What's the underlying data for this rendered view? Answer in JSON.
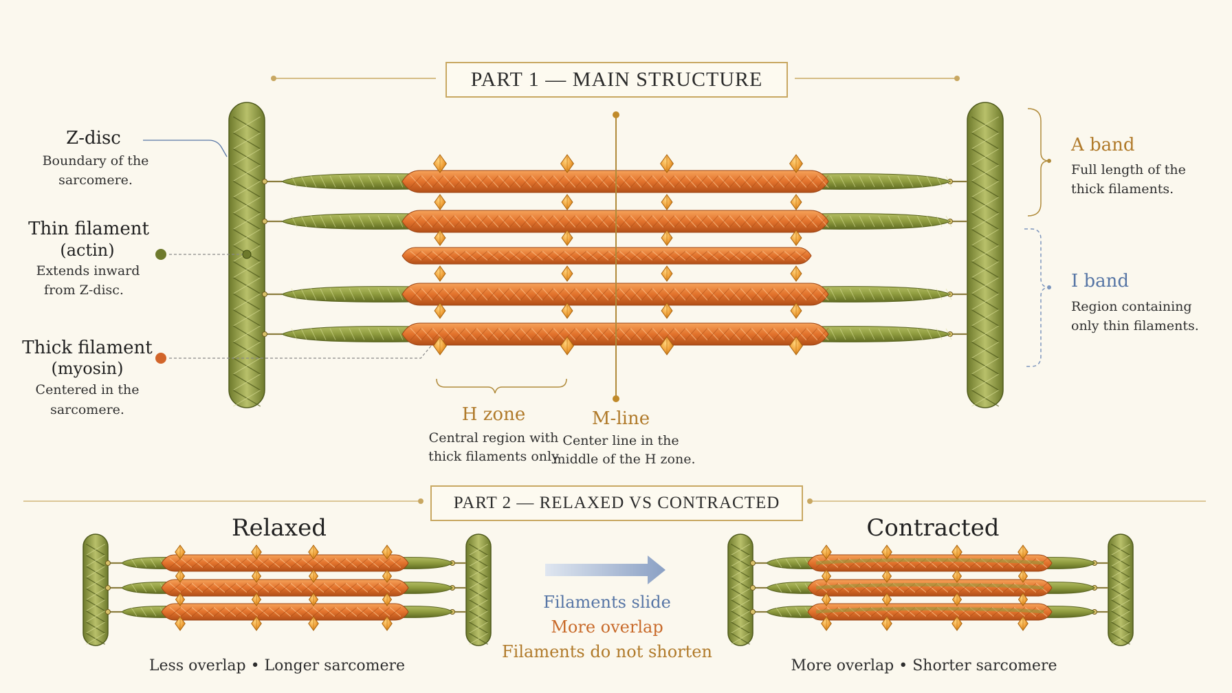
{
  "part1": {
    "title": "PART 1 — MAIN STRUCTURE",
    "labels": {
      "z_disc": {
        "title": "Z-disc",
        "desc": [
          "Boundary of the",
          "sarcomere."
        ]
      },
      "thin": {
        "title": [
          "Thin filament",
          "(actin)"
        ],
        "desc": [
          "Extends inward",
          "from Z-disc."
        ]
      },
      "thick": {
        "title": [
          "Thick filament",
          "(myosin)"
        ],
        "desc": [
          "Centered in the",
          "sarcomere."
        ]
      },
      "a_band": {
        "title": "A band",
        "desc": [
          "Full length of the",
          "thick filaments."
        ]
      },
      "i_band": {
        "title": "I band",
        "desc": [
          "Region containing",
          "only thin filaments."
        ]
      },
      "h_zone": {
        "title": "H zone",
        "desc": [
          "Central region with",
          "thick filaments only"
        ]
      },
      "m_line": {
        "title": "M-line",
        "desc": [
          "Center line in the",
          "middle of the H zone."
        ]
      }
    }
  },
  "part2": {
    "title": "PART 2 — RELAXED VS CONTRACTED",
    "relaxed": {
      "title": "Relaxed",
      "caption": "Less overlap • Longer sarcomere"
    },
    "contracted": {
      "title": "Contracted",
      "caption": "More overlap • Shorter sarcomere"
    },
    "middle": {
      "line1": "Filaments slide",
      "line2": "More overlap",
      "line3": "Filaments do not shorten"
    }
  },
  "colors": {
    "background": "#fbf8ee",
    "gold": "#b07a2a",
    "frame": "#c8a761",
    "actin": "#8e9b3e",
    "myosin": "#e2722c",
    "head": "#f0a13a",
    "blue": "#5675a5"
  }
}
